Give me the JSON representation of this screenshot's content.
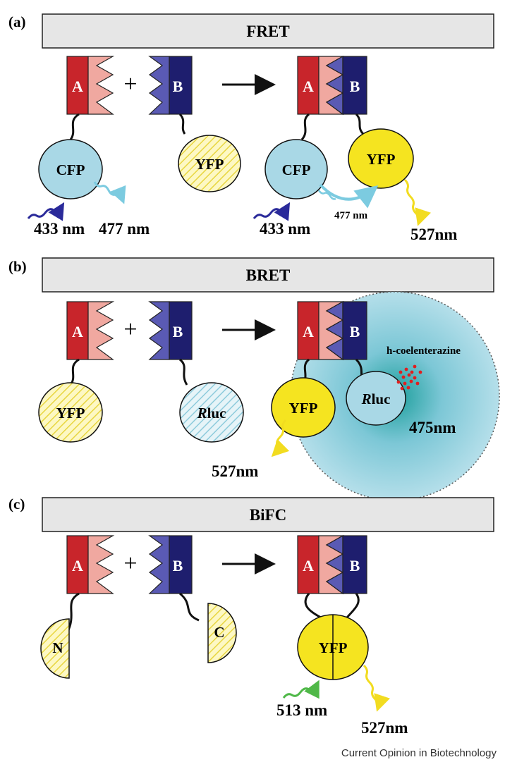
{
  "panels": [
    {
      "letter": "(a)",
      "title": "FRET"
    },
    {
      "letter": "(b)",
      "title": "BRET"
    },
    {
      "letter": "(c)",
      "title": "BiFC"
    }
  ],
  "protein_a": "A",
  "protein_b": "B",
  "plus": "+",
  "fret": {
    "donor": "CFP",
    "acceptor": "YFP",
    "excitation": "433 nm",
    "donor_emission": "477 nm",
    "transfer": "477 nm",
    "acceptor_emission": "527nm"
  },
  "bret": {
    "acceptor": "YFP",
    "donor_italic": "R",
    "donor_rest": "luc",
    "substrate": "h-coelenterazine",
    "donor_emission": "475nm",
    "acceptor_emission": "527nm"
  },
  "bifc": {
    "n_fragment": "N",
    "c_fragment": "C",
    "reconstituted": "YFP",
    "excitation": "513 nm",
    "emission": "527nm"
  },
  "footer": "Current Opinion in Biotechnology",
  "colors": {
    "protein_a": "#c8252b",
    "protein_a_light": "#f0a8a0",
    "protein_b": "#1e1e6e",
    "protein_b_light": "#5a5ab4",
    "cfp": "#a9d8e6",
    "yfp": "#f5e420",
    "yfp_light": "#fdf6a8",
    "title_bar": "#e6e6e6"
  }
}
